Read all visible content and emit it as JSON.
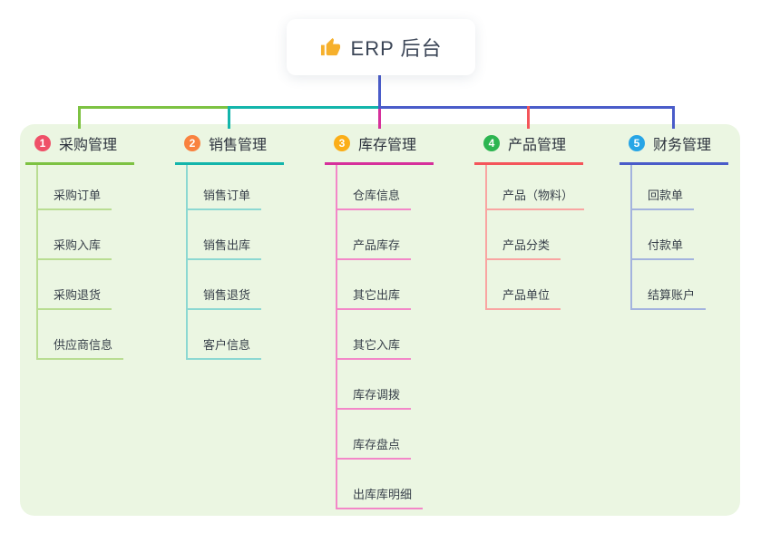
{
  "root_node": {
    "icon": "thumbs-up-icon",
    "title": "ERP 后台"
  },
  "canvas": {
    "page_bg": "#ffffff",
    "panel_bg": "#ebf6e2",
    "root_stem_color": "#4a5cc9",
    "icon_color": "#f6b02c"
  },
  "branches": [
    {
      "number": "1",
      "label": "采购管理",
      "badge_color": "#ef5068",
      "line_color": "#7dc242",
      "child_line_color": "#b9dd92",
      "children": [
        "采购订单",
        "采购入库",
        "采购退货",
        "供应商信息"
      ]
    },
    {
      "number": "2",
      "label": "销售管理",
      "badge_color": "#f9823f",
      "line_color": "#13b5ab",
      "child_line_color": "#8cd8d2",
      "children": [
        "销售订单",
        "销售出库",
        "销售退货",
        "客户信息"
      ]
    },
    {
      "number": "3",
      "label": "库存管理",
      "badge_color": "#fbae18",
      "line_color": "#d6309b",
      "child_line_color": "#f387c8",
      "children": [
        "仓库信息",
        "产品库存",
        "其它出库",
        "其它入库",
        "库存调拨",
        "库存盘点",
        "出库库明细"
      ]
    },
    {
      "number": "4",
      "label": "产品管理",
      "badge_color": "#2db551",
      "line_color": "#f4555a",
      "child_line_color": "#f9a5a2",
      "children": [
        "产品（物料）",
        "产品分类",
        "产品单位"
      ]
    },
    {
      "number": "5",
      "label": "财务管理",
      "badge_color": "#27a5e6",
      "line_color": "#4a5cc9",
      "child_line_color": "#a3b3de",
      "children": [
        "回款单",
        "付款单",
        "结算账户"
      ]
    }
  ]
}
